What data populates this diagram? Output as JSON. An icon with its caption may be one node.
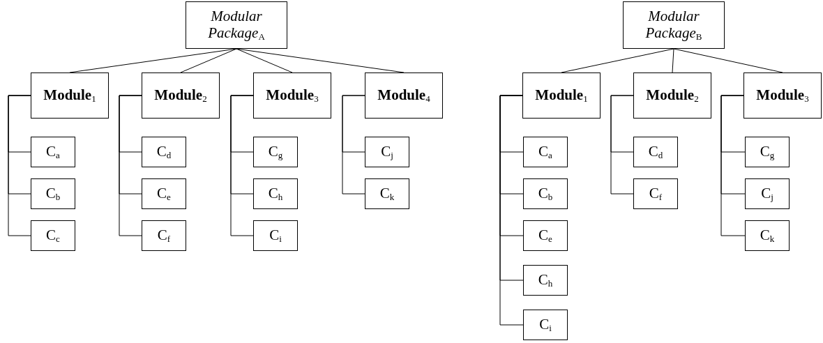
{
  "diagram": {
    "nodes": [
      {
        "text": [
          "Modular Package$_{A}$"
        ]
      },
      {
        "text": [
          "Module$_{1}$"
        ]
      },
      {
        "text": [
          "C$_{a}$"
        ]
      },
      {
        "text": [
          "C$_{b}$"
        ]
      },
      {
        "text": [
          "C$_{c}$"
        ]
      },
      {
        "text": [
          "Module$_{2}$"
        ]
      },
      {
        "text": [
          "C$_{d}$"
        ]
      },
      {
        "text": [
          "C$_{e}$"
        ]
      },
      {
        "text": [
          "C$_{f}$"
        ]
      },
      {
        "text": [
          "Module$_{3}$"
        ]
      },
      {
        "text": [
          "C$_{g}$"
        ]
      },
      {
        "text": [
          "C$_{h}$"
        ]
      },
      {
        "text": [
          "C$_{i}$"
        ]
      },
      {
        "text": [
          "Module$_{4}$"
        ]
      },
      {
        "text": [
          "C$_{j}$"
        ]
      },
      {
        "text": [
          "C$_{k}$"
        ]
      },
      {
        "text": [
          "Modular Package$_{B}$"
        ]
      },
      {
        "text": [
          "Module$_{1}$"
        ]
      },
      {
        "text": [
          "C$_{a}$"
        ]
      },
      {
        "text": [
          "C$_{b}$"
        ]
      },
      {
        "text": [
          "C$_{e}$"
        ]
      },
      {
        "text": [
          "C$_{h}$"
        ]
      },
      {
        "text": [
          "C$_{i}$"
        ]
      },
      {
        "text": [
          "Module$_{2}$"
        ]
      },
      {
        "text": [
          "C$_{d}$"
        ]
      },
      {
        "text": [
          "C$_{f}$"
        ]
      },
      {
        "text": [
          "Module$_{3}$"
        ]
      },
      {
        "text": [
          "C$_{g}$"
        ]
      },
      {
        "text": [
          "C$_{j}$"
        ]
      },
      {
        "text": [
          "C$_{k}$"
        ]
      }
    ],
    "edges": [
      {
        "from": 0,
        "to": 1,
        "arrow": "none"
      },
      {
        "from": 0,
        "to": 5,
        "arrow": "none"
      },
      {
        "from": 0,
        "to": 9,
        "arrow": "none"
      },
      {
        "from": 0,
        "to": 13,
        "arrow": "none"
      },
      {
        "from": 1,
        "to": 2,
        "arrow": "none"
      },
      {
        "from": 1,
        "to": 3,
        "arrow": "none"
      },
      {
        "from": 1,
        "to": 4,
        "arrow": "none"
      },
      {
        "from": 5,
        "to": 6,
        "arrow": "none"
      },
      {
        "from": 5,
        "to": 7,
        "arrow": "none"
      },
      {
        "from": 5,
        "to": 8,
        "arrow": "none"
      },
      {
        "from": 9,
        "to": 10,
        "arrow": "none"
      },
      {
        "from": 9,
        "to": 11,
        "arrow": "none"
      },
      {
        "from": 9,
        "to": 12,
        "arrow": "none"
      },
      {
        "from": 13,
        "to": 14,
        "arrow": "none"
      },
      {
        "from": 13,
        "to": 15,
        "arrow": "none"
      },
      {
        "from": 16,
        "to": 17,
        "arrow": "none"
      },
      {
        "from": 16,
        "to": 23,
        "arrow": "none"
      },
      {
        "from": 16,
        "to": 26,
        "arrow": "none"
      },
      {
        "from": 17,
        "to": 18,
        "arrow": "none"
      },
      {
        "from": 17,
        "to": 19,
        "arrow": "none"
      },
      {
        "from": 17,
        "to": 20,
        "arrow": "none"
      },
      {
        "from": 17,
        "to": 21,
        "arrow": "none"
      },
      {
        "from": 17,
        "to": 22,
        "arrow": "none"
      },
      {
        "from": 23,
        "to": 24,
        "arrow": "none"
      },
      {
        "from": 23,
        "to": 25,
        "arrow": "none"
      },
      {
        "from": 26,
        "to": 27,
        "arrow": "none"
      },
      {
        "from": 26,
        "to": 28,
        "arrow": "none"
      },
      {
        "from": 26,
        "to": 29,
        "arrow": "none"
      }
    ]
  }
}
